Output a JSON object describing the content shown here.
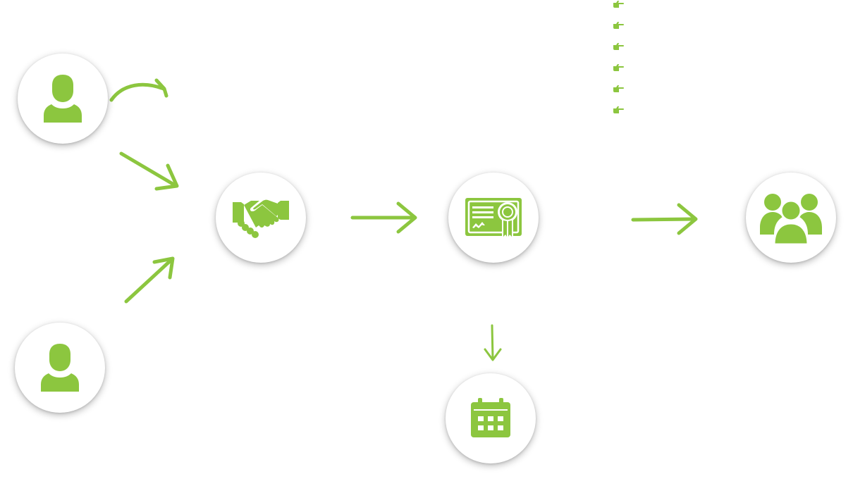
{
  "diagram": {
    "accent_color": "#8cc63f",
    "nodes": [
      {
        "id": "person-top",
        "icon": "person-icon"
      },
      {
        "id": "person-bottom",
        "icon": "person-icon"
      },
      {
        "id": "agreement",
        "icon": "handshake-icon"
      },
      {
        "id": "certificate",
        "icon": "certificate-icon"
      },
      {
        "id": "group",
        "icon": "group-icon"
      },
      {
        "id": "calendar",
        "icon": "calendar-icon"
      }
    ],
    "bullets": {
      "count": 6,
      "icon": "pointing-hand-icon"
    }
  }
}
